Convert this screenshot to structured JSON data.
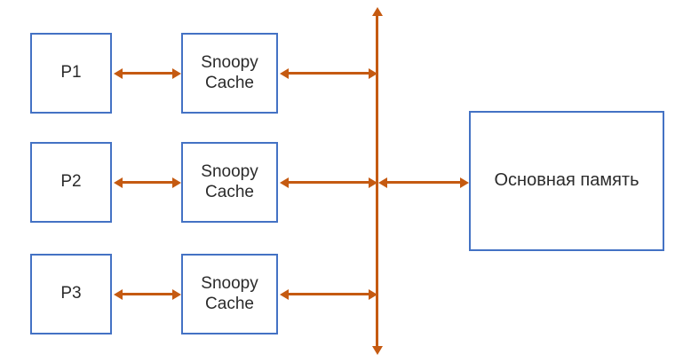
{
  "diagram": {
    "title": "Snoopy cache coherence bus diagram",
    "colors": {
      "box_border": "#4472C4",
      "connector": "#C55A11",
      "background": "#ffffff",
      "text": "#2b2b2b"
    },
    "processors": [
      {
        "label": "P1"
      },
      {
        "label": "P2"
      },
      {
        "label": "P3"
      }
    ],
    "caches": [
      {
        "label": "Snoopy\nCache"
      },
      {
        "label": "Snoopy\nCache"
      },
      {
        "label": "Snoopy\nCache"
      }
    ],
    "memory": {
      "label": "Основная память"
    },
    "bus": {
      "label": "",
      "orientation": "vertical"
    },
    "connectors": [
      {
        "name": "p1-to-cache1",
        "kind": "double-arrow",
        "orientation": "horizontal"
      },
      {
        "name": "p2-to-cache2",
        "kind": "double-arrow",
        "orientation": "horizontal"
      },
      {
        "name": "p3-to-cache3",
        "kind": "double-arrow",
        "orientation": "horizontal"
      },
      {
        "name": "cache1-to-bus",
        "kind": "double-arrow",
        "orientation": "horizontal"
      },
      {
        "name": "cache2-to-bus",
        "kind": "double-arrow",
        "orientation": "horizontal"
      },
      {
        "name": "cache3-to-bus",
        "kind": "double-arrow",
        "orientation": "horizontal"
      },
      {
        "name": "bus-to-memory",
        "kind": "double-arrow",
        "orientation": "horizontal"
      },
      {
        "name": "bus-line",
        "kind": "double-arrow",
        "orientation": "vertical"
      }
    ]
  }
}
